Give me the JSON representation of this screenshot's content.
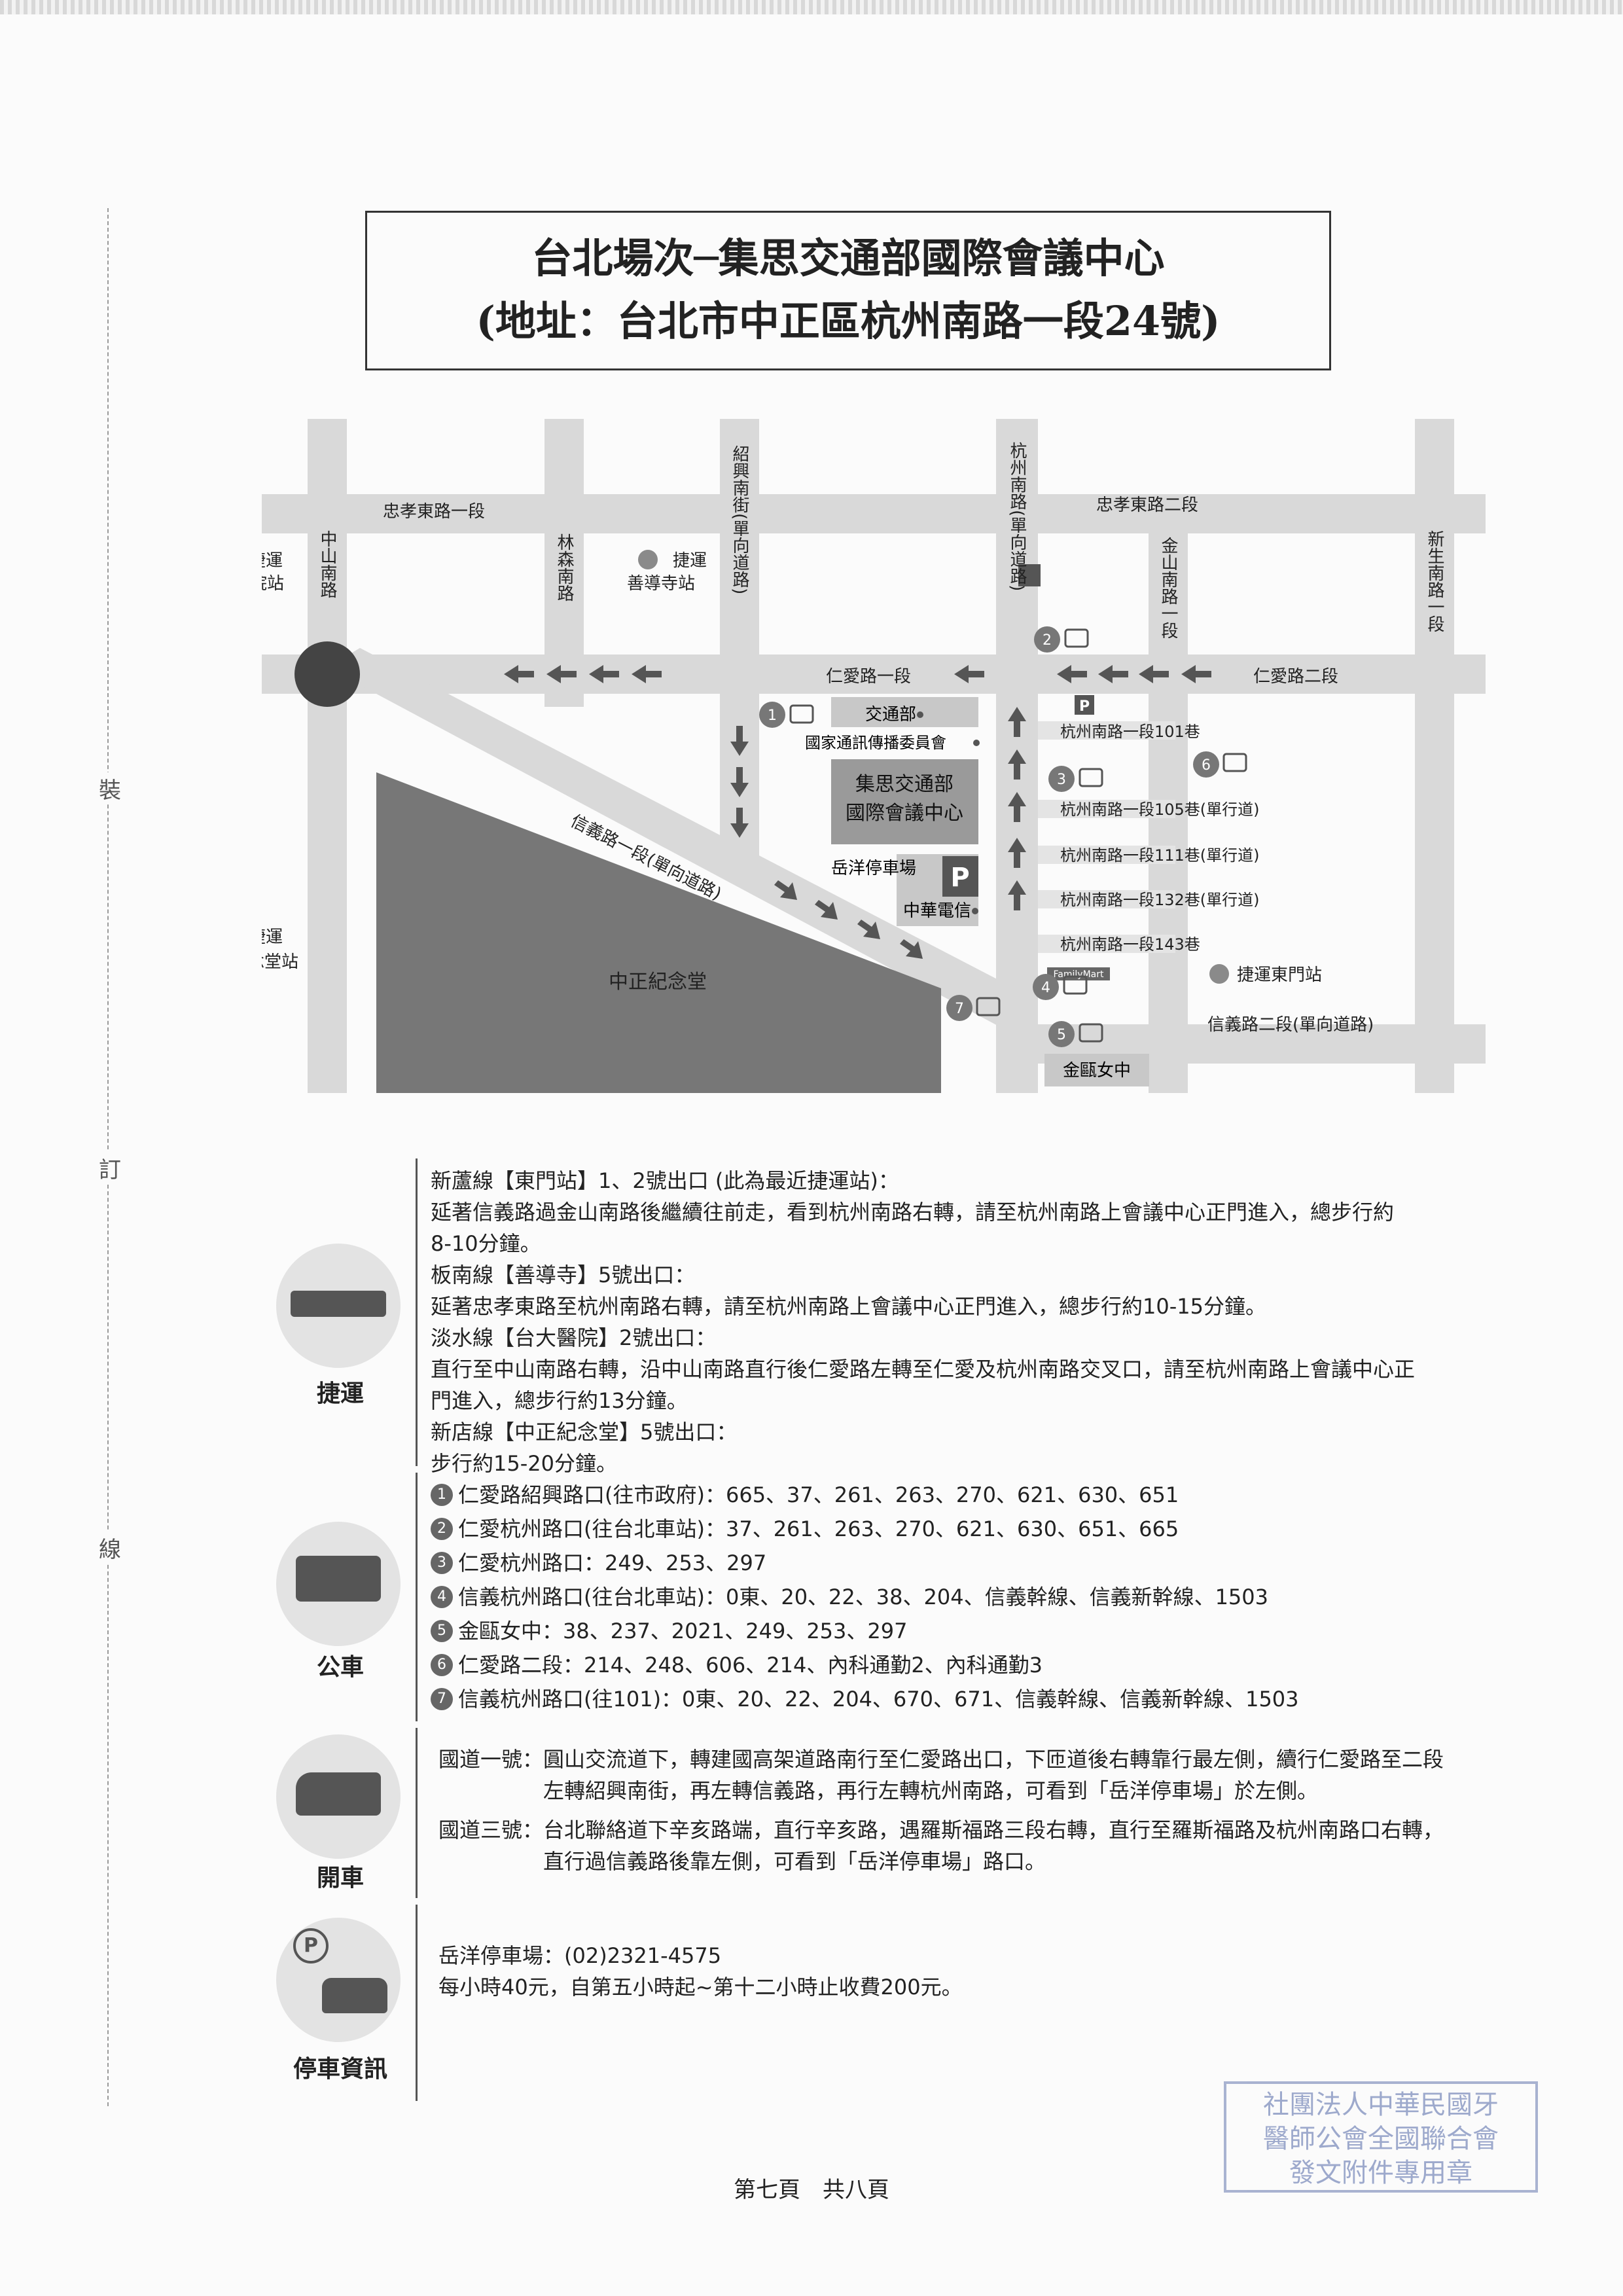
{
  "binding_marks": [
    "裝",
    "訂",
    "線"
  ],
  "title": {
    "line1": "台北場次─集思交通部國際會議中心",
    "line2": "(地址：台北市中正區杭州南路一段24號)"
  },
  "map": {
    "roads": {
      "zhongxiao_1": "忠孝東路一段",
      "zhongxiao_2": "忠孝東路二段",
      "zhongshan_s": "中山南路",
      "linsen_s": "林森南路",
      "shaoxing_s": "紹興南街(單向道路)",
      "hangzhou_s": "杭州南路(單向道路)",
      "jinshan_s": "金山南路一段",
      "xinsheng_s": "新生南路一段",
      "renai_1": "仁愛路一段",
      "renai_2": "仁愛路二段",
      "xinyi_1": "信義路一段(單向道路)",
      "xinyi_2": "信義路二段(單向道路)",
      "lane_101": "杭州南路一段101巷",
      "lane_105": "杭州南路一段105巷(單行道)",
      "lane_111": "杭州南路一段111巷(單行道)",
      "lane_132": "杭州南路一段132巷(單行道)",
      "lane_143": "杭州南路一段143巷"
    },
    "stations": {
      "ntuh": "捷運台大醫院站",
      "shandao": "捷運善導寺站",
      "ckshall": "捷運中正紀念堂站",
      "dongmen": "捷運東門站"
    },
    "stations_prefix": "捷運",
    "station_names": {
      "ntuh": "台大醫院站",
      "shandao": "善導寺站",
      "ckshall": "中正紀念堂站",
      "dongmen": "東門站"
    },
    "places": {
      "motc": "交通部",
      "ncc": "國家通訊傳播委員會",
      "venue": "集思交通部國際會議中心",
      "venue_l1": "集思交通部",
      "venue_l2": "國際會議中心",
      "parking": "岳洋停車場",
      "cht": "中華電信",
      "cks": "中正紀念堂",
      "jinou": "金甌女中",
      "familymart": "FamilyMart",
      "p_sign": "P"
    },
    "bus_stops": [
      "1",
      "2",
      "3",
      "4",
      "5",
      "6",
      "7"
    ]
  },
  "mrt": {
    "label": "捷運",
    "lines": [
      "新蘆線【東門站】1、2號出口 (此為最近捷運站)：",
      "延著信義路過金山南路後繼續往前走，看到杭州南路右轉，請至杭州南路上會議中心正門進入，總步行約",
      "8-10分鐘。",
      "板南線【善導寺】5號出口：",
      "延著忠孝東路至杭州南路右轉，請至杭州南路上會議中心正門進入，總步行約10-15分鐘。",
      "淡水線【台大醫院】2號出口：",
      "直行至中山南路右轉，沿中山南路直行後仁愛路左轉至仁愛及杭州南路交叉口，請至杭州南路上會議中心正",
      "門進入，總步行約13分鐘。",
      "新店線【中正紀念堂】5號出口：",
      "步行約15-20分鐘。"
    ]
  },
  "bus": {
    "label": "公車",
    "stops": [
      {
        "n": "1",
        "text": "仁愛路紹興路口(往市政府)：665、37、261、263、270、621、630、651"
      },
      {
        "n": "2",
        "text": "仁愛杭州路口(往台北車站)：37、261、263、270、621、630、651、665"
      },
      {
        "n": "3",
        "text": "仁愛杭州路口：249、253、297"
      },
      {
        "n": "4",
        "text": "信義杭州路口(往台北車站)：0東、20、22、38、204、信義幹線、信義新幹線、1503"
      },
      {
        "n": "5",
        "text": "金甌女中：38、237、2021、249、253、297"
      },
      {
        "n": "6",
        "text": "仁愛路二段：214、248、606、214、內科通勤2、內科通勤3"
      },
      {
        "n": "7",
        "text": "信義杭州路口(往101)：0東、20、22、204、670、671、信義幹線、信義新幹線、1503"
      }
    ]
  },
  "drive": {
    "label": "開車",
    "lines": [
      "國道一號：圓山交流道下，轉建國高架道路南行至仁愛路出口，下匝道後右轉靠行最左側，續行仁愛路至二段",
      "左轉紹興南街，再左轉信義路，再行左轉杭州南路，可看到「岳洋停車場」於左側。",
      "國道三號：台北聯絡道下辛亥路端，直行辛亥路，遇羅斯福路三段右轉，直行至羅斯福路及杭州南路口右轉，",
      "直行過信義路後靠左側，可看到「岳洋停車場」路口。"
    ]
  },
  "parking": {
    "label": "停車資訊",
    "lines": [
      "岳洋停車場：(02)2321-4575",
      "每小時40元，自第五小時起~第十二小時止收費200元。"
    ]
  },
  "footer": "第七頁　共八頁",
  "stamp": {
    "line1": "社團法人中華民國牙",
    "line2": "醫師公會全國聯合會",
    "line3": "發文附件專用章"
  }
}
